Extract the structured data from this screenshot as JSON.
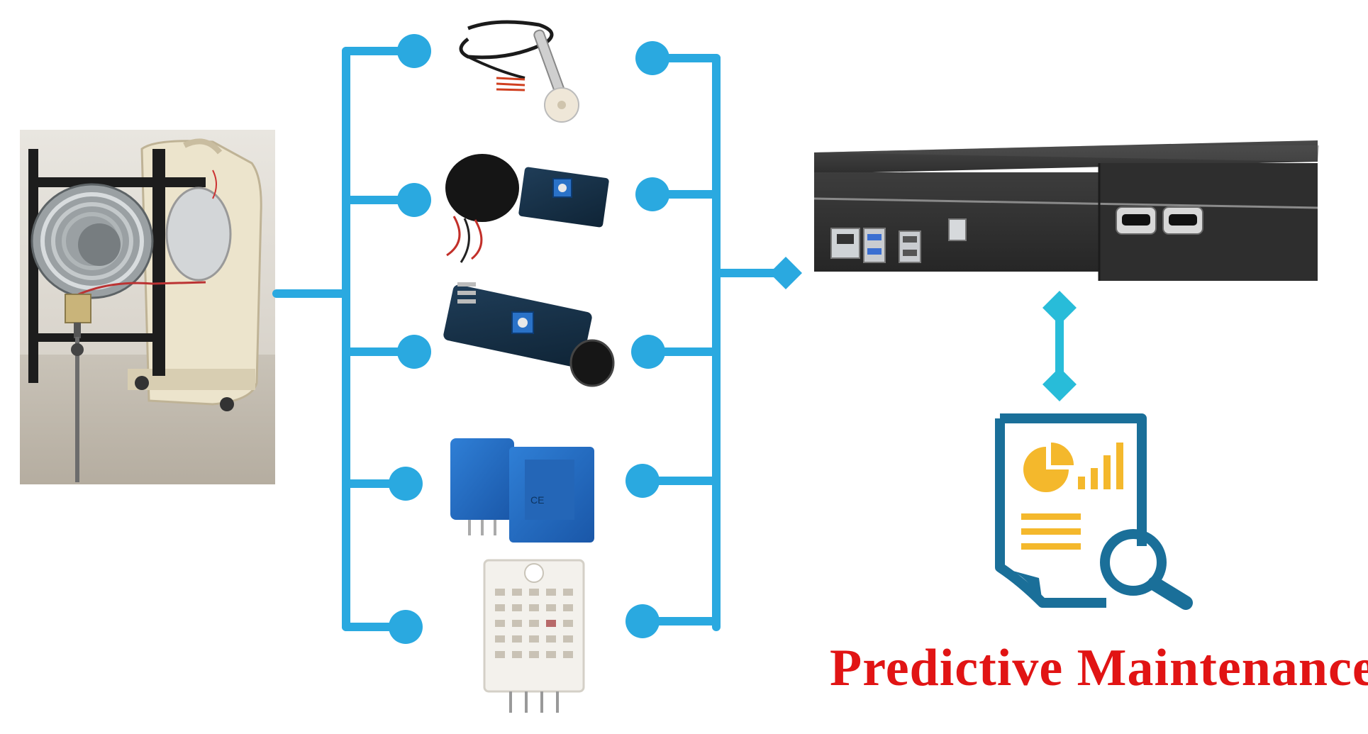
{
  "caption": "Predictive Maintenance",
  "colors": {
    "connector": "#2aa9e0",
    "connector_light": "#28bcd9",
    "caption": "#e11414",
    "server_body": "#3a3a3a",
    "report_blue": "#1a6f99",
    "report_accent": "#f4b82c"
  },
  "nodes": {
    "machine": "machine-photo",
    "sensors": [
      "thermocouple-sensor",
      "vibration-sensor-module",
      "sound-sensor-module",
      "current-transducer",
      "humidity-temperature-sensor"
    ],
    "gateway": "edge-computer",
    "report": "maintenance-report-icon"
  }
}
